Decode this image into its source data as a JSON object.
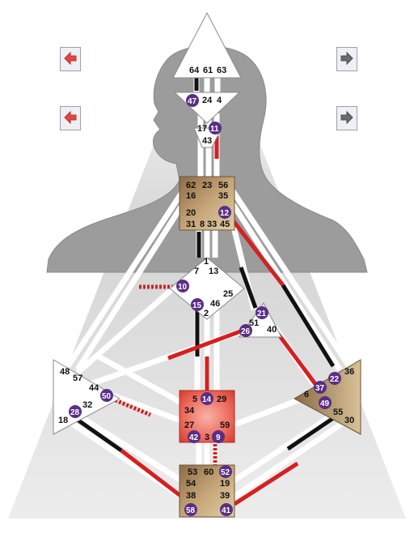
{
  "colors": {
    "activated_red": "#d42020",
    "activated_black": "#111111",
    "gate_badge": "#5a2e86",
    "center_tan": "#b08a5c",
    "sacral_red": "#e8493c",
    "body_gray": "#9c9c9c",
    "nav_red": "#e2473f",
    "nav_gray": "#6b6b6b"
  },
  "nav": {
    "left_top": {
      "icon": "left-arrow-red-icon"
    },
    "left_bottom": {
      "icon": "left-arrow-red-icon"
    },
    "right_top": {
      "icon": "right-arrow-gray-icon"
    },
    "right_bottom": {
      "icon": "right-arrow-gray-icon"
    }
  },
  "centers": {
    "head": {
      "gates": [
        "64",
        "61",
        "63"
      ]
    },
    "ajna": {
      "gates": [
        "47",
        "24",
        "4"
      ],
      "badges": [
        "47"
      ]
    },
    "throat_top": {
      "gates": [
        "17",
        "11",
        "43"
      ],
      "badges": [
        "11"
      ]
    },
    "throat": {
      "gates": [
        "62",
        "23",
        "56",
        "16",
        "35",
        "20",
        "12",
        "31",
        "8",
        "33",
        "45"
      ],
      "badges": [
        "12"
      ]
    },
    "g": {
      "gates": [
        "1",
        "7",
        "13",
        "10",
        "25",
        "46",
        "15",
        "2"
      ],
      "badges": [
        "10",
        "15"
      ]
    },
    "heart": {
      "gates": [
        "21",
        "51",
        "26",
        "40"
      ],
      "badges": [
        "21",
        "26"
      ]
    },
    "spleen": {
      "gates": [
        "48",
        "57",
        "44",
        "50",
        "32",
        "28",
        "18"
      ],
      "badges": [
        "50",
        "28"
      ]
    },
    "sacral": {
      "gates": [
        "5",
        "14",
        "29",
        "34",
        "27",
        "59",
        "42",
        "3",
        "9"
      ],
      "badges": [
        "14",
        "42",
        "9"
      ]
    },
    "solar_plexus": {
      "gates": [
        "36",
        "22",
        "6",
        "37",
        "49",
        "55",
        "30"
      ],
      "badges": [
        "22",
        "37",
        "49"
      ]
    },
    "root": {
      "gates": [
        "53",
        "60",
        "52",
        "54",
        "19",
        "38",
        "39",
        "58",
        "41"
      ],
      "badges": [
        "52",
        "58",
        "41"
      ]
    }
  }
}
